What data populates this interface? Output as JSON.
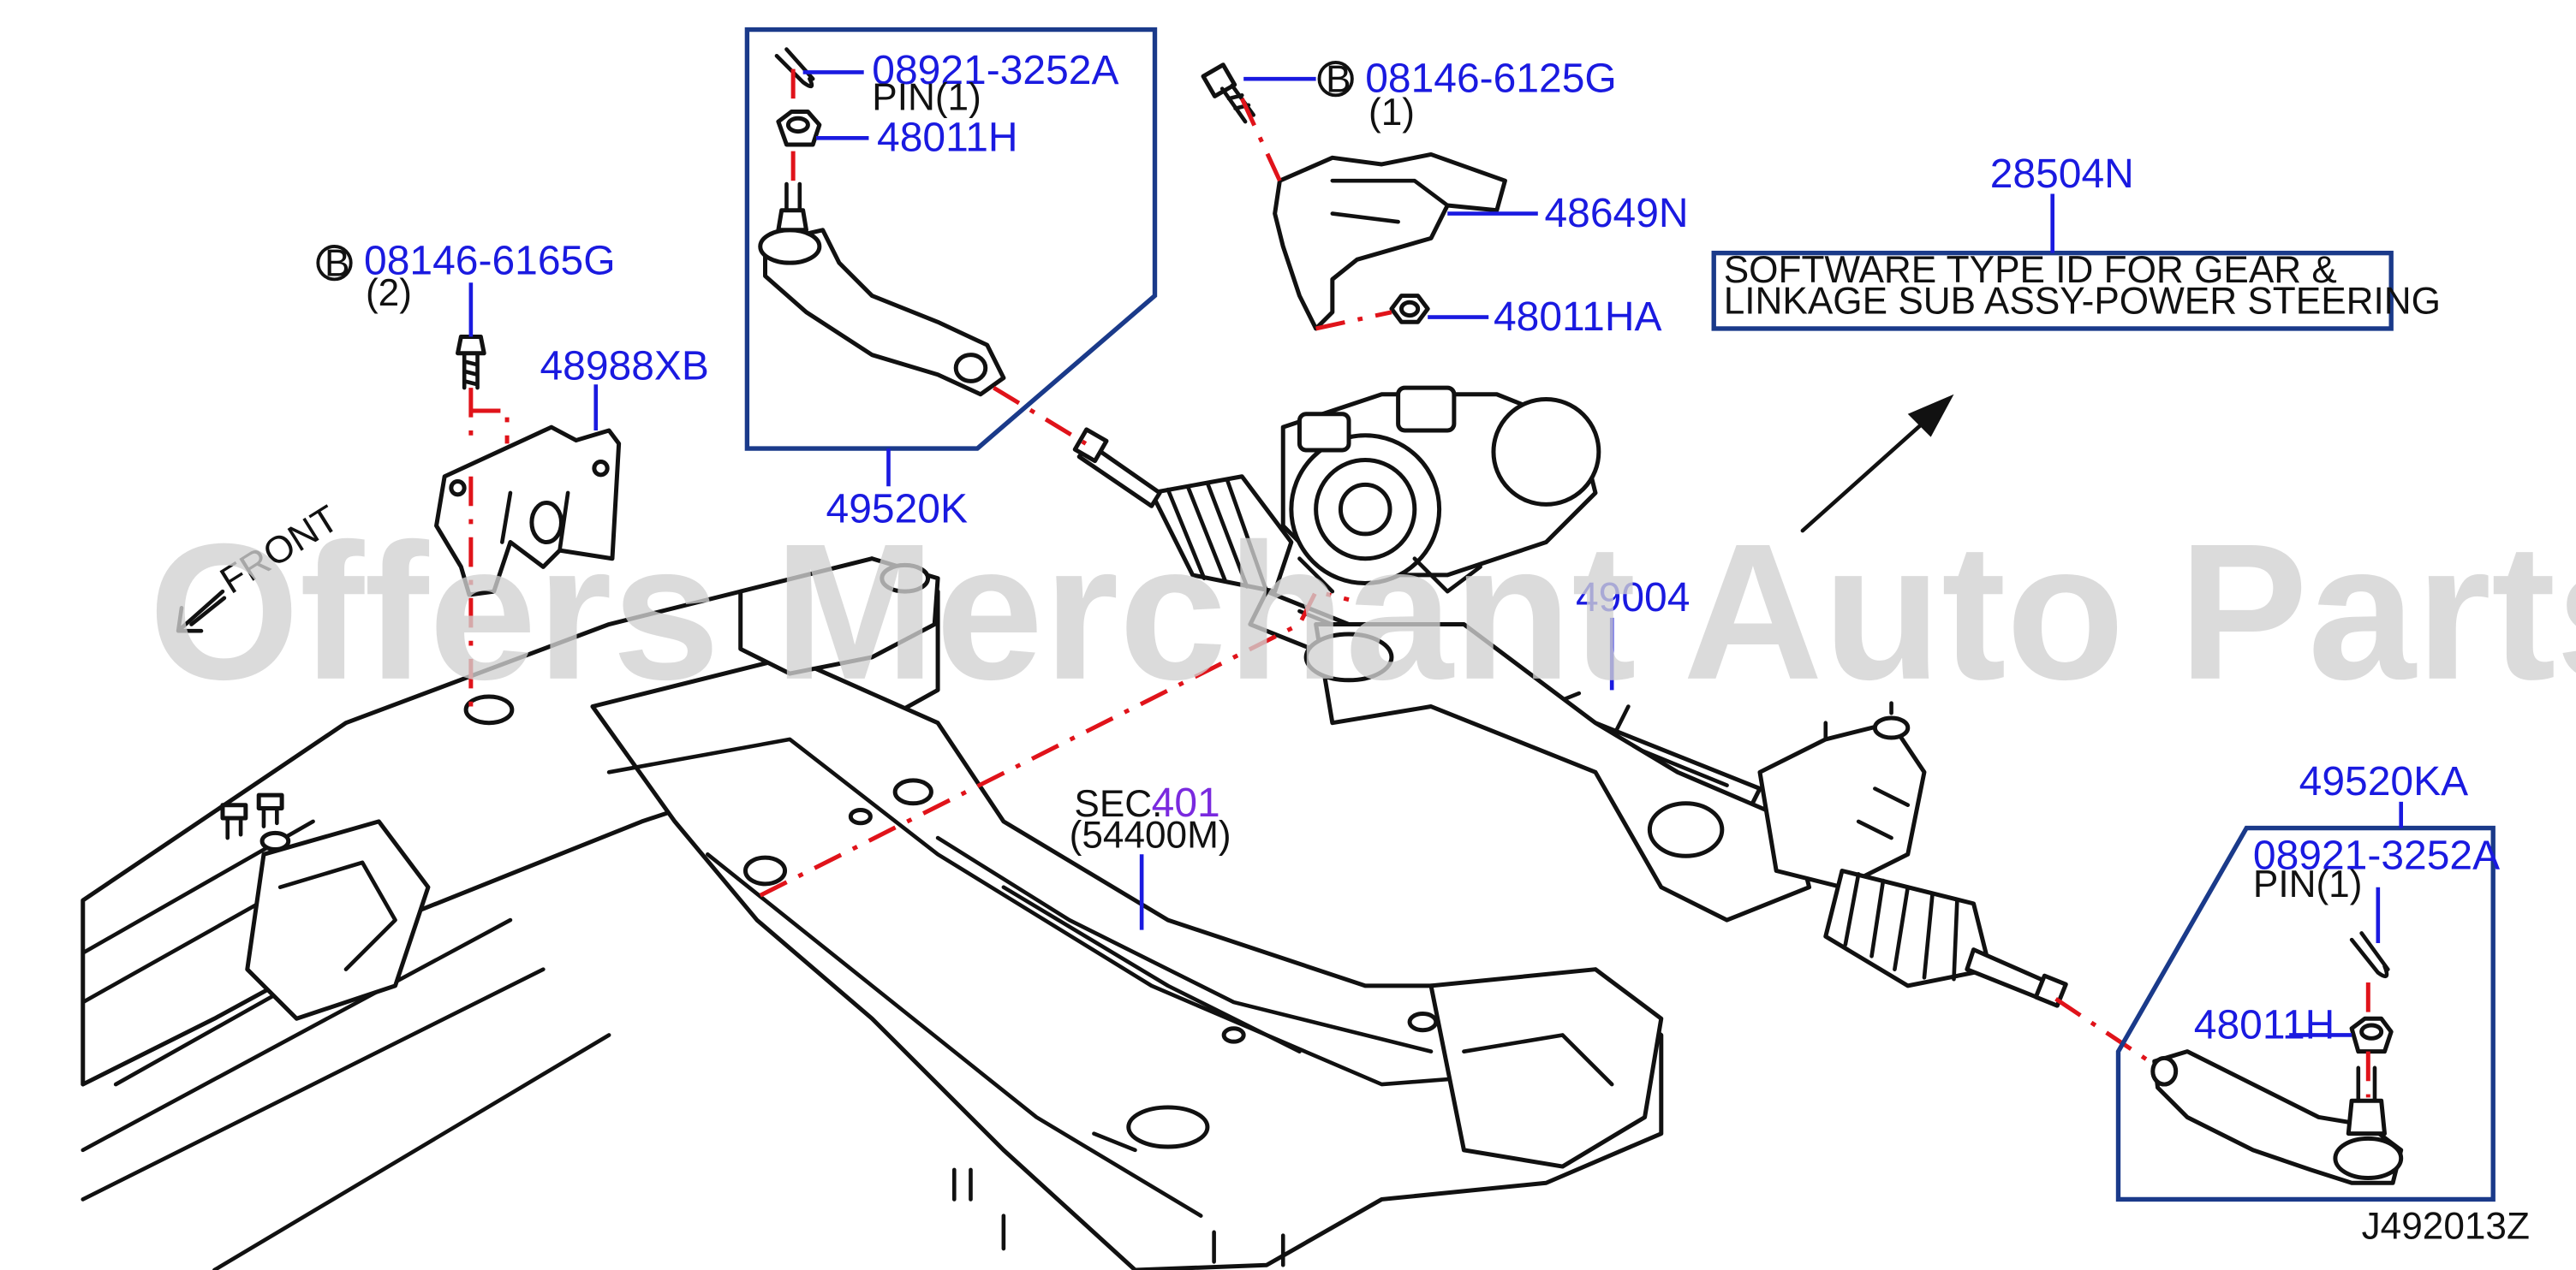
{
  "watermark": "Offers Merchant Auto Parts Catalog PARTSTORE.SA",
  "diagram_id": "J492013Z",
  "front_label": "FRONT",
  "bolt_marker": "B",
  "colors": {
    "part_label": "#1a1ae0",
    "guide_line": "#e0131a",
    "frame": "#1a3a8a",
    "ink": "#111111",
    "watermark": "#d2d2d2"
  },
  "callouts": {
    "pin_left": {
      "code": "08921-3252A",
      "note": "PIN(1)"
    },
    "nut_left": {
      "code": "48011H"
    },
    "tie_rod_left": {
      "code": "49520K"
    },
    "bolt_shield": {
      "code": "08146-6125G",
      "qty": "(1)"
    },
    "shield": {
      "code": "48649N"
    },
    "nut_shield": {
      "code": "48011HA"
    },
    "software": {
      "code": "28504N",
      "line1": "SOFTWARE  TYPE  ID  FOR  GEAR  &",
      "line2": "LINKAGE  SUB  ASSY-POWER  STEERING"
    },
    "bolt_bracket": {
      "code": "08146-6165G",
      "qty": "(2)"
    },
    "bracket": {
      "code": "48988XB"
    },
    "gear_assy": {
      "code": "49004"
    },
    "member": {
      "sec": "SEC.",
      "sec_num": "401",
      "sub": "(54400M)"
    },
    "tie_rod_right": {
      "code": "49520KA"
    },
    "pin_right": {
      "code": "08921-3252A",
      "note": "PIN(1)"
    },
    "nut_right": {
      "code": "48011H"
    }
  }
}
